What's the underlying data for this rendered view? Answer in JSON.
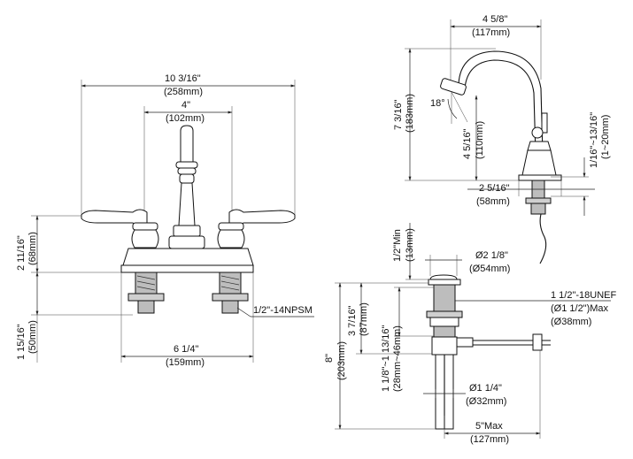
{
  "dimensions": {
    "overall_width": {
      "imperial": "10 3/16\"",
      "metric": "(258mm)"
    },
    "center_spread": {
      "imperial": "4\"",
      "metric": "(102mm)"
    },
    "handle_height": {
      "imperial": "2 11/16\"",
      "metric": "(68mm)"
    },
    "shank_length": {
      "imperial": "1 15/16\"",
      "metric": "(50mm)"
    },
    "base_width": {
      "imperial": "6 1/4\"",
      "metric": "(159mm)"
    },
    "shank_thread": {
      "text": "1/2\"-14NPSM"
    },
    "spout_reach": {
      "imperial": "4 5/8\"",
      "metric": "(117mm)"
    },
    "faucet_height": {
      "imperial": "7 3/16\"",
      "metric": "(183mm)"
    },
    "spout_clearance": {
      "imperial": "4 5/16\"",
      "metric": "(110mm)"
    },
    "spout_angle": {
      "text": "18°"
    },
    "deck_thickness": {
      "imperial": "1/16\"~13/16\"",
      "metric": "(1~20mm)"
    },
    "base_depth": {
      "imperial": "2 5/16\"",
      "metric": "(58mm)"
    },
    "drain_flange_min": {
      "imperial": "1/2\"Min",
      "metric": "(13mm)"
    },
    "drain_flange_dia": {
      "imperial": "Ø2 1/8\"",
      "metric": "(Ø54mm)"
    },
    "drain_length": {
      "imperial": "8\"",
      "metric": "(203mm)"
    },
    "drain_upper": {
      "imperial": "3 7/16\"",
      "metric": "(87mm)"
    },
    "drain_range": {
      "imperial": "1 1/8\"~1 13/16\"",
      "metric": "(28mm~46mm)"
    },
    "drain_thread": {
      "line1": "1 1/2\"-18UNEF",
      "line2": "(Ø1 1/2\")Max",
      "line3": "(Ø38mm)"
    },
    "tailpiece_dia": {
      "imperial": "Ø1 1/4\"",
      "metric": "(Ø32mm)"
    },
    "pivot_rod": {
      "imperial": "5\"Max",
      "metric": "(127mm)"
    }
  }
}
